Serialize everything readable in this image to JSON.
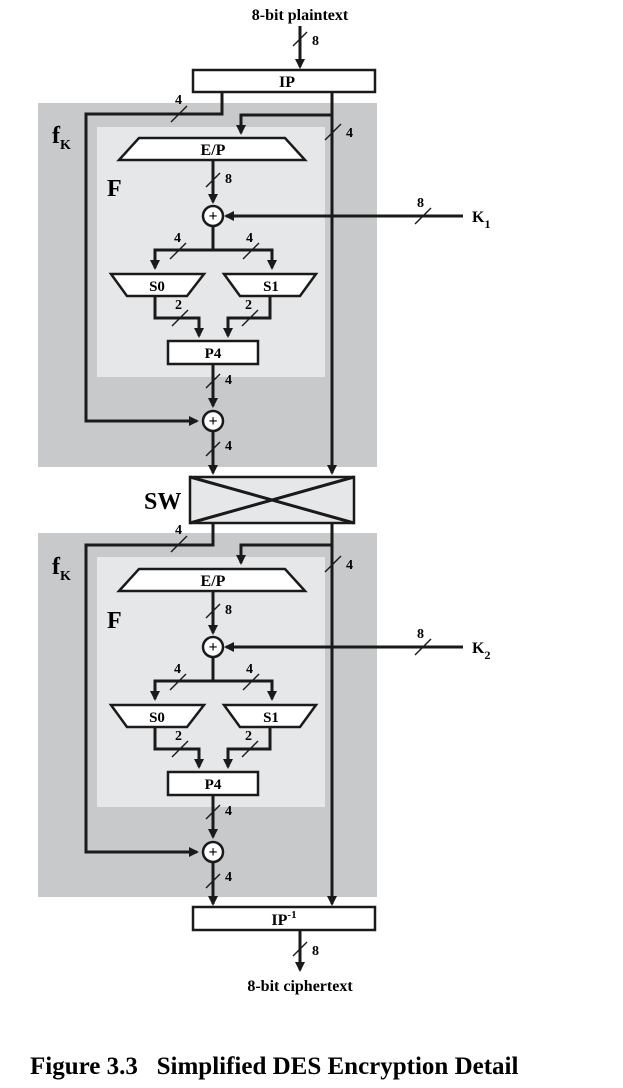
{
  "diagram": {
    "input_label": "8-bit plaintext",
    "output_label": "8-bit ciphertext",
    "ip_label": "IP",
    "ip_inv_label": "IP",
    "ip_inv_sup": "-1",
    "sw_label": "SW",
    "fk_label": "f",
    "fk_sub": "K",
    "f_label": "F",
    "ep_label": "E/P",
    "s0_label": "S0",
    "s1_label": "S1",
    "p4_label": "P4",
    "xor_symbol": "+",
    "k1_label": "K",
    "k1_sub": "1",
    "k2_label": "K",
    "k2_sub": "2",
    "bits_8": "8",
    "bits_4": "4",
    "bits_2": "2"
  },
  "caption": "Figure 3.3   Simplified DES Encryption Detail",
  "colors": {
    "outer_panel": "#c8c9cb",
    "inner_panel": "#e6e7e9",
    "line": "#1a1a1a"
  }
}
